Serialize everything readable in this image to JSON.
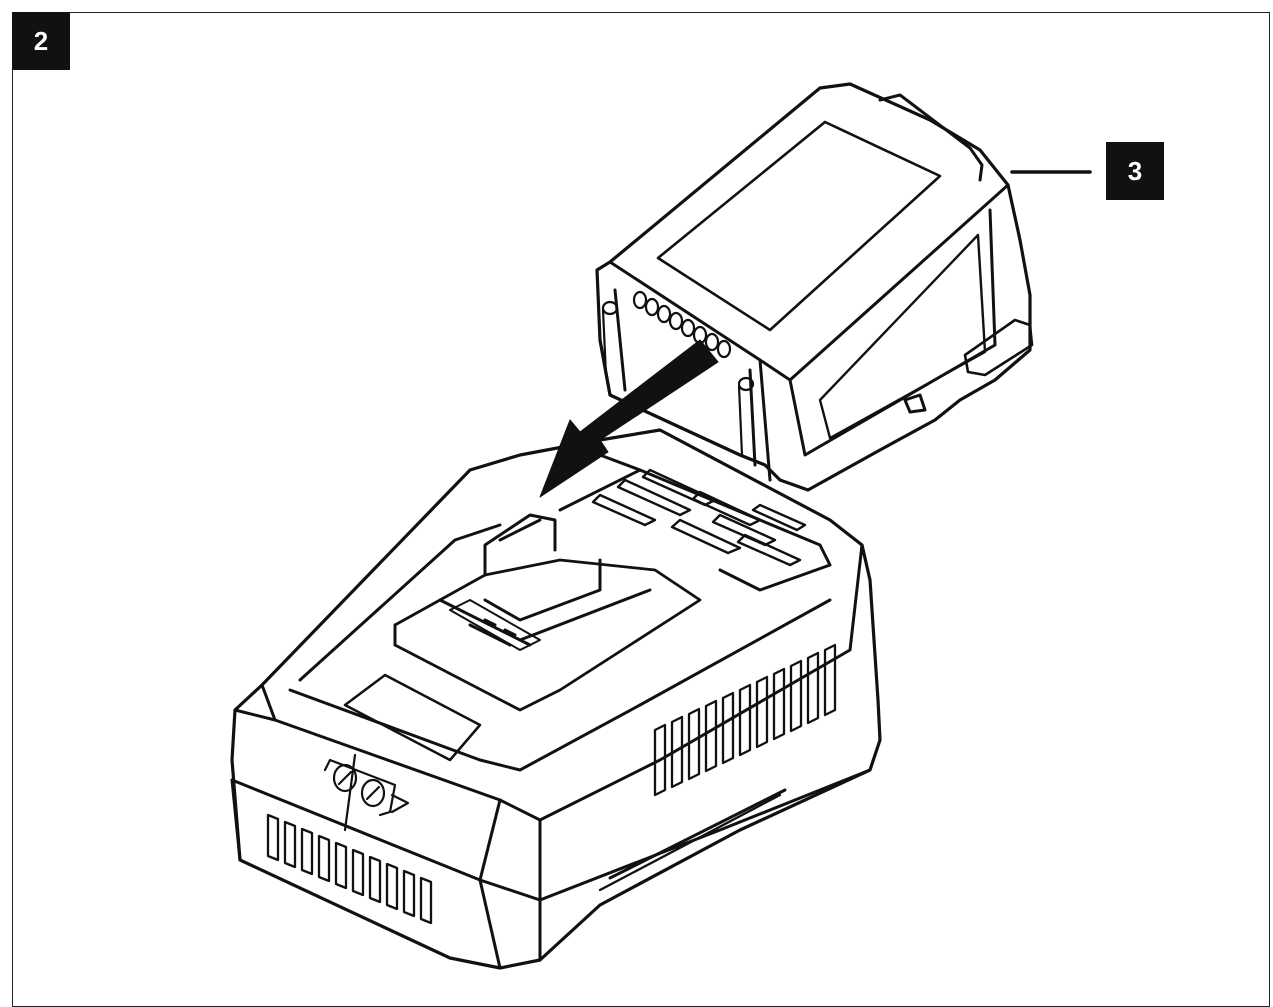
{
  "figure": {
    "number": "2",
    "callouts": [
      {
        "label": "3",
        "target": "battery-pack"
      }
    ],
    "colors": {
      "line": "#111111",
      "background": "#ffffff",
      "badge": "#111111",
      "badge_text": "#ffffff"
    },
    "parts": [
      "battery-pack",
      "charger-base",
      "insertion-arrow"
    ]
  }
}
